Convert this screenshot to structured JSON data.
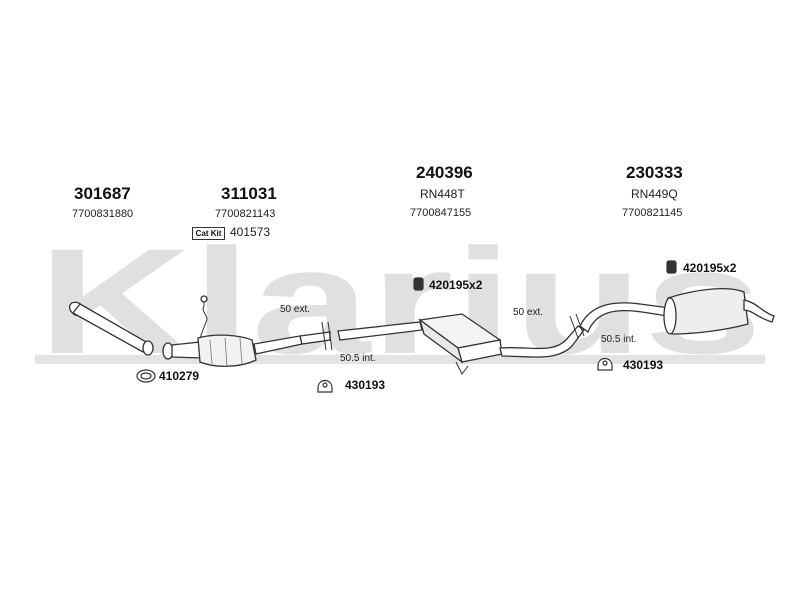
{
  "brand": {
    "watermark": "Klarius",
    "color": "#d9d9d9"
  },
  "parts": [
    {
      "part_number": "301687",
      "oem": "7700831880"
    },
    {
      "part_number": "311031",
      "oem": "7700821143",
      "cat_kit_label": "Cat Kit",
      "cat_kit_number": "401573"
    },
    {
      "part_number": "240396",
      "ref": "RN448T",
      "oem": "7700847155"
    },
    {
      "part_number": "230333",
      "ref": "RN449Q",
      "oem": "7700821145"
    }
  ],
  "accessories": {
    "gasket": "410279",
    "mount_1": "430193",
    "mount_2": "430193",
    "clamp_1": "420195x2",
    "clamp_2": "420195x2"
  },
  "joints": {
    "j1_ext": "50 ext.",
    "j1_int": "50.5 int.",
    "j2_ext": "50 ext.",
    "j2_int": "50.5 int."
  }
}
